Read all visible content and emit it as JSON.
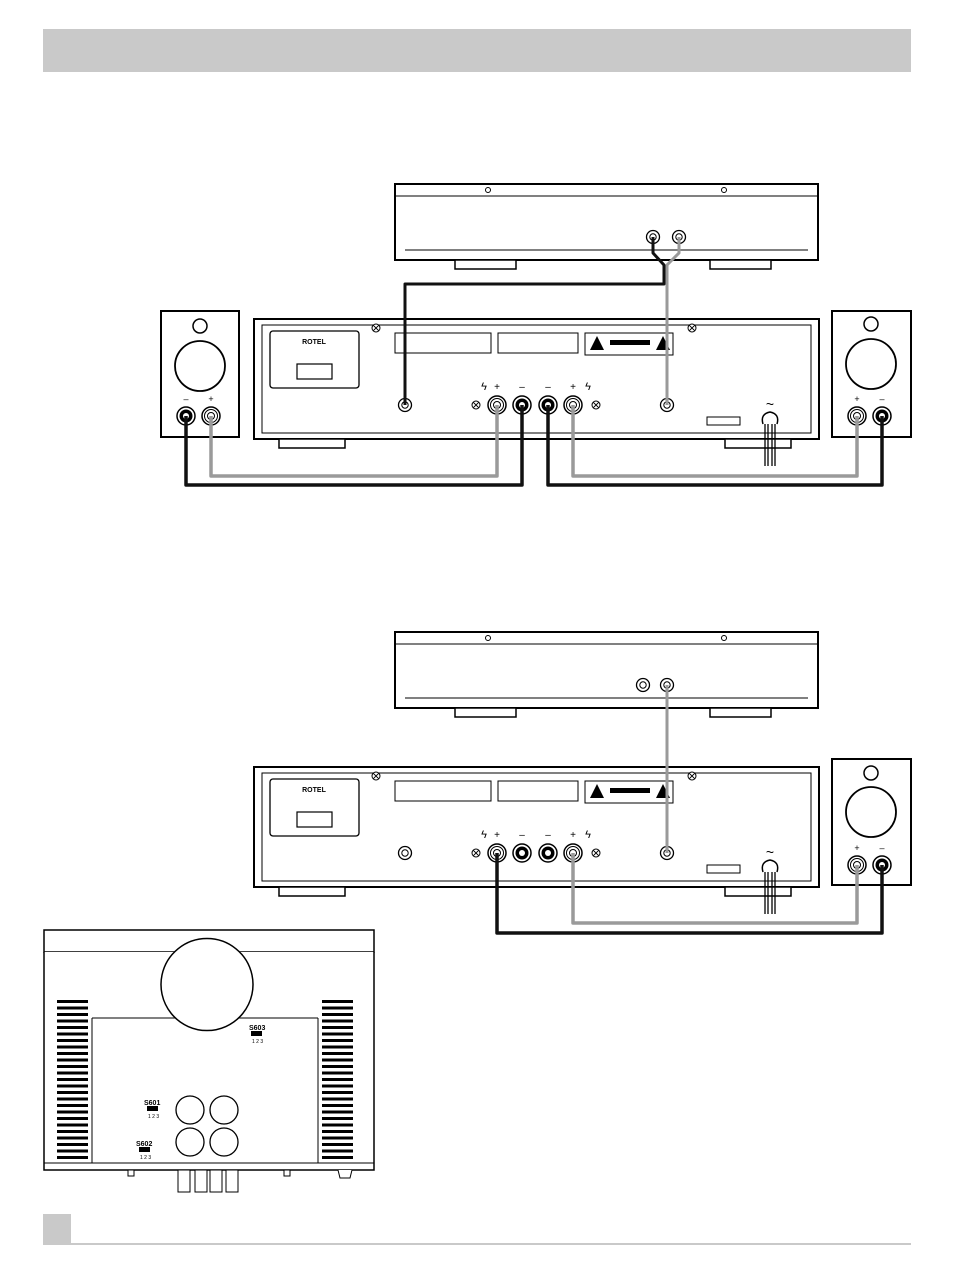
{
  "brand": "ROTEL",
  "polarity": {
    "plus": "+",
    "minus": "–",
    "lightning": "ϟ",
    "ac": "~"
  },
  "switches": {
    "s603": {
      "label": "S603",
      "digits": "1 2 3"
    },
    "s601": {
      "label": "S601",
      "digits": "1 2 3"
    },
    "s602": {
      "label": "S602",
      "digits": "1 2 3"
    }
  },
  "colors": {
    "header": "#c9c9c9",
    "cable_dark": "#111111",
    "cable_light": "#9a9a9a"
  }
}
